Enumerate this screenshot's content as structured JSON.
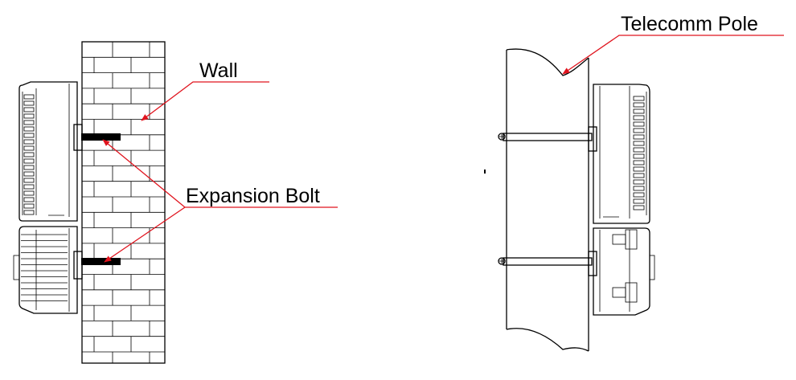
{
  "labels": {
    "wall": "Wall",
    "expansion_bolt": "Expansion Bolt",
    "telecomm_pole": "Telecomm Pole"
  },
  "colors": {
    "leader": "#e0141e",
    "ink": "#000000",
    "background": "#ffffff"
  }
}
